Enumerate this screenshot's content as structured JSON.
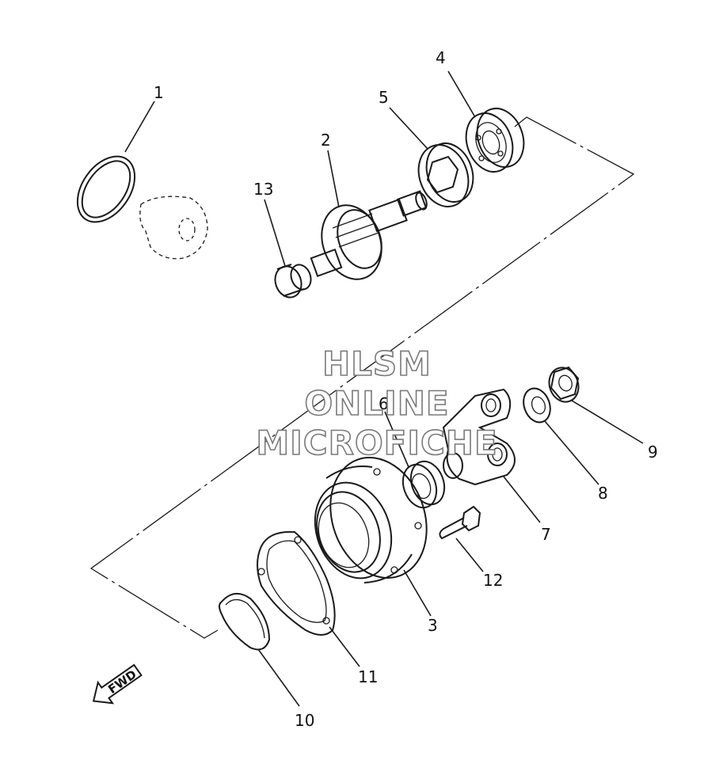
{
  "callouts": {
    "p1": "1",
    "p2": "2",
    "p3": "3",
    "p4": "4",
    "p5": "5",
    "p6": "6",
    "p7": "7",
    "p8": "8",
    "p9": "9",
    "p10": "10",
    "p11": "11",
    "p12": "12",
    "p13": "13"
  },
  "watermark": {
    "line1": "HLSM",
    "line2": "ONLINE",
    "line3": "MICROFICHE"
  },
  "direction_arrow": {
    "label": "FWD"
  }
}
